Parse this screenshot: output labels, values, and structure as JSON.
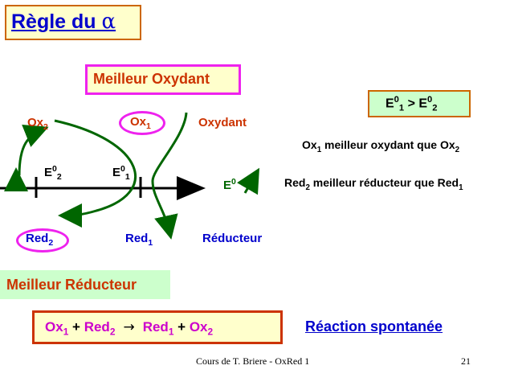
{
  "title": {
    "text": "Règle du ",
    "symbol": "α"
  },
  "meilleur_oxydant": "Meilleur Oxydant",
  "meilleur_reducteur": "Meilleur Réducteur",
  "diagram": {
    "ox2": {
      "base": "Ox",
      "sub": "2"
    },
    "ox1": {
      "base": "Ox",
      "sub": "1"
    },
    "oxydant": "Oxydant",
    "e02": {
      "base": "E",
      "sup": "0",
      "sub": "2"
    },
    "e01": {
      "base": "E",
      "sup": "0",
      "sub": "1"
    },
    "e0": {
      "base": "E",
      "sup": "0"
    },
    "red2": {
      "base": "Red",
      "sub": "2"
    },
    "red1": {
      "base": "Red",
      "sub": "1"
    },
    "reducteur": "Réducteur"
  },
  "comparison": {
    "e1": "E",
    "sup1": "0",
    "sub1": "1",
    "op": " > ",
    "e2": "E",
    "sup2": "0",
    "sub2": "2"
  },
  "statements": {
    "s1": {
      "a": "Ox",
      "a_sub": "1",
      "b": " meilleur oxydant que Ox",
      "b_sub": "2"
    },
    "s2": {
      "a": "Red",
      "a_sub": "2",
      "b": " meilleur réducteur que Red",
      "b_sub": "1"
    }
  },
  "reaction": {
    "ox1": "Ox",
    "ox1_sub": "1",
    "plus1": " + ",
    "red2": "Red",
    "red2_sub": "2",
    "arrow": "→",
    "red1": "Red",
    "red1_sub": "1",
    "plus2": " + ",
    "ox2": "Ox",
    "ox2_sub": "2"
  },
  "reaction_label": "Réaction spontanée",
  "footer": {
    "course": "Cours de T. Briere - OxRed 1",
    "page": "21"
  },
  "colors": {
    "title": "#0000cc",
    "labels": "#cc3300",
    "highlight": "#ee22ee",
    "arrows": "#006600",
    "accent_blue": "#0000cc"
  }
}
